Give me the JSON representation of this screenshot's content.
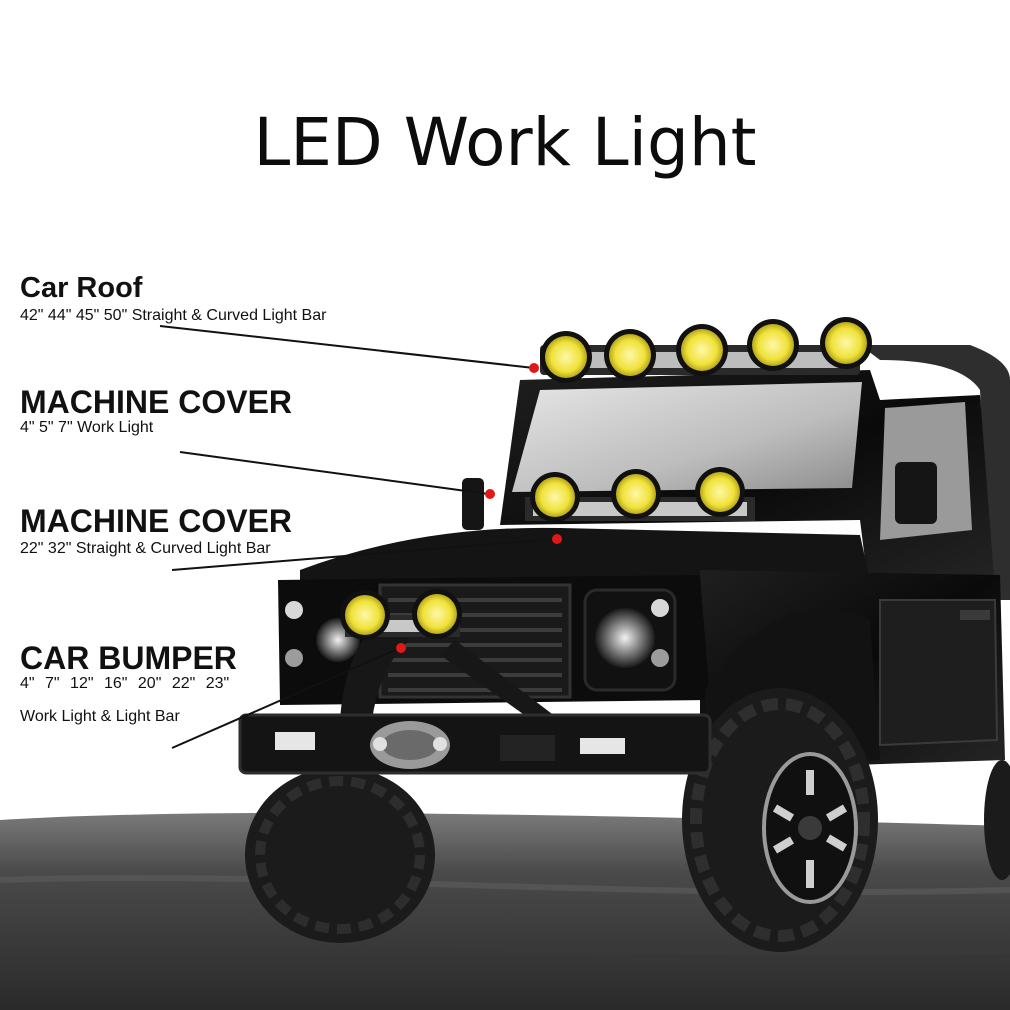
{
  "title": "LED Work Light",
  "callouts": [
    {
      "heading": "Car Roof",
      "detail": "42\" 44\" 45\" 50\" Straight & Curved Light Bar"
    },
    {
      "heading": "MACHINE COVER",
      "detail": "4\" 5\" 7\" Work Light"
    },
    {
      "heading": "MACHINE COVER",
      "detail": "22\" 32\" Straight & Curved Light Bar"
    },
    {
      "heading": "CAR BUMPER",
      "detail": "4\" 7\" 12\" 16\" 20\" 22\" 23\"",
      "detail2": "Work Light & Light Bar"
    }
  ],
  "colors": {
    "background": "#ffffff",
    "vehicle": "#0d0d0d",
    "lamp_lens": "#f2e63a",
    "marker": "#e01818",
    "ground": "#4a4a4a"
  }
}
